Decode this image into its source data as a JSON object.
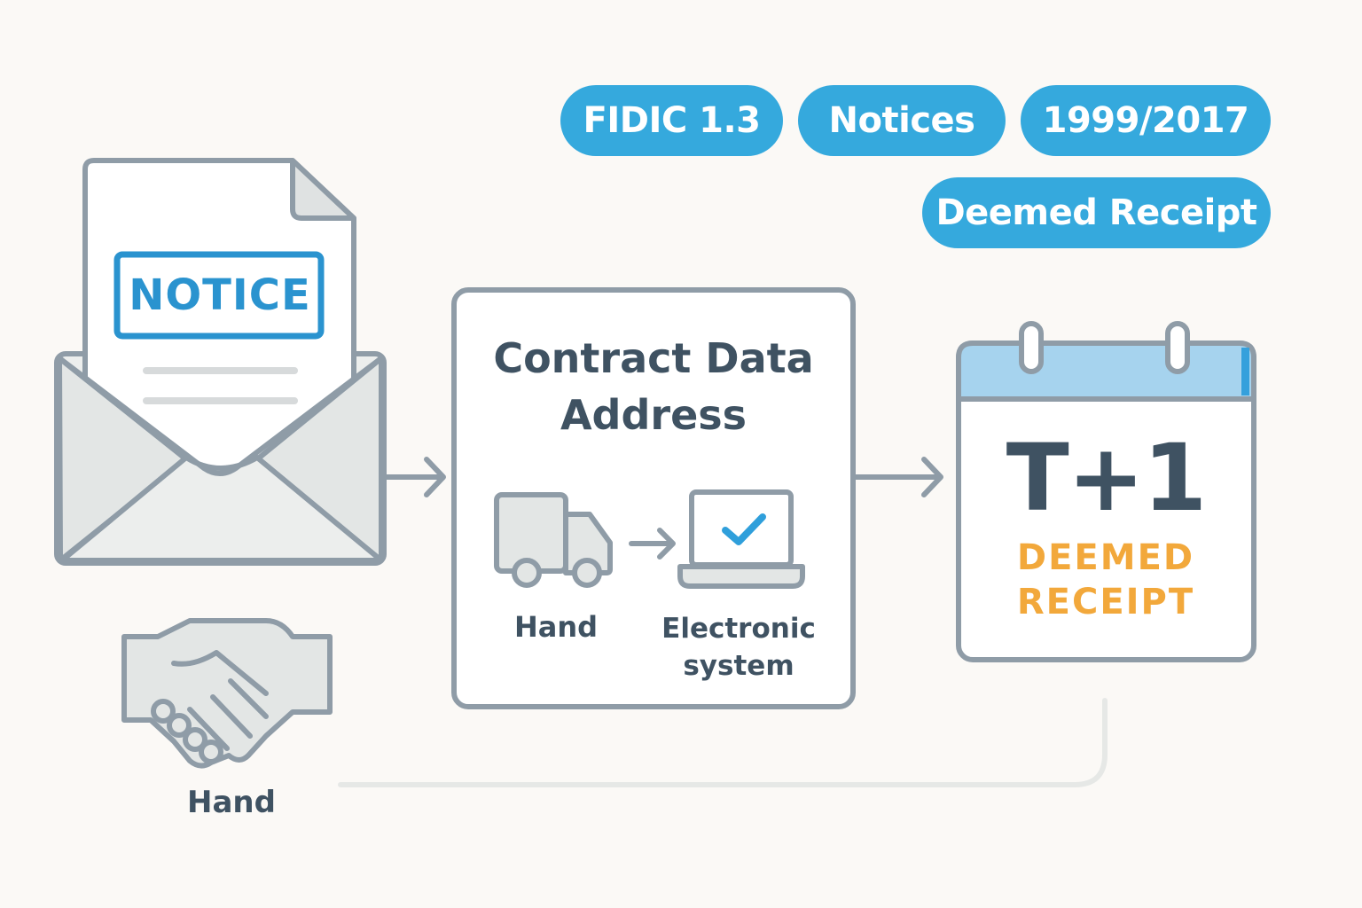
{
  "tags": [
    "FIDIC 1.3",
    "Notices",
    "1999/2017",
    "Deemed Receipt"
  ],
  "notice": {
    "label": "NOTICE"
  },
  "contract_box": {
    "title": "Contract Data Address",
    "methods": {
      "hand": "Hand",
      "electronic": "Electronic system"
    }
  },
  "handshake": {
    "label": "Hand"
  },
  "calendar": {
    "value": "T+1",
    "caption": "DEEMED RECEIPT"
  },
  "colors": {
    "tag_fill": "#35a9dd",
    "outline": "#8f9ca7",
    "accent_blue": "#2a93cf",
    "accent_orange": "#f2a83b",
    "text_dark": "#3f5262"
  },
  "icons": [
    "envelope-icon",
    "document-icon",
    "truck-icon",
    "laptop-check-icon",
    "handshake-icon",
    "calendar-icon",
    "arrow-right-icon"
  ]
}
